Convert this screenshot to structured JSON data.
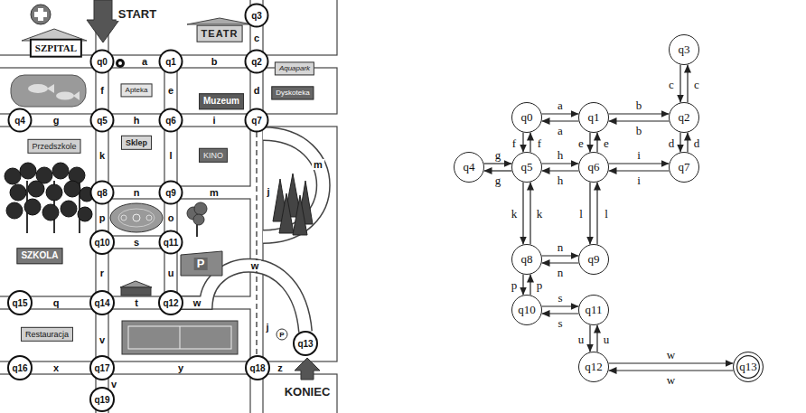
{
  "diagram": {
    "nodes": [
      {
        "text": [
          "SZPITAL"
        ]
      },
      {
        "text": [
          "q0"
        ]
      },
      {
        "text": [
          "TEATR"
        ]
      },
      {
        "text": [
          "q1"
        ]
      },
      {
        "text": [
          "q2"
        ]
      },
      {
        "text": [
          "q3"
        ]
      },
      {
        "text": [
          "Aquapark"
        ]
      },
      {
        "text": [
          "Apteka"
        ]
      },
      {
        "text": [
          "Muzeum"
        ]
      },
      {
        "text": [
          "Dyskoteka"
        ]
      },
      {
        "text": [
          "q4"
        ]
      },
      {
        "text": [
          "q5"
        ]
      },
      {
        "text": [
          "q6"
        ]
      },
      {
        "text": [
          "q7"
        ]
      },
      {
        "text": [
          "Przedszkole"
        ]
      },
      {
        "text": [
          "Sklep"
        ]
      },
      {
        "text": [
          "KINO"
        ]
      },
      {
        "text": [
          "q8"
        ]
      },
      {
        "text": [
          "q9"
        ]
      },
      {
        "text": [
          "q10"
        ]
      },
      {
        "text": [
          "q11"
        ]
      },
      {
        "text": [
          "SZKOLA"
        ]
      },
      {
        "text": [
          "q15"
        ]
      },
      {
        "text": [
          "q14"
        ]
      },
      {
        "text": [
          "q12"
        ]
      },
      {
        "text": [
          "Restauracja"
        ]
      },
      {
        "text": [
          "q13"
        ]
      },
      {
        "text": [
          "q16"
        ]
      },
      {
        "text": [
          "q17"
        ]
      },
      {
        "text": [
          "q18"
        ]
      },
      {
        "text": [
          "q19"
        ]
      },
      {
        "text": [
          "q0"
        ]
      },
      {
        "text": [
          "q1"
        ]
      },
      {
        "text": [
          "q2"
        ]
      },
      {
        "text": [
          "q3"
        ]
      },
      {
        "text": [
          "q4"
        ]
      },
      {
        "text": [
          "q5"
        ]
      },
      {
        "text": [
          "q6"
        ]
      },
      {
        "text": [
          "q7"
        ]
      },
      {
        "text": [
          "q8"
        ]
      },
      {
        "text": [
          "q9"
        ]
      },
      {
        "text": [
          "q10"
        ]
      },
      {
        "text": [
          "q11"
        ]
      },
      {
        "text": [
          "q12"
        ]
      },
      {
        "text": [
          "q13"
        ]
      }
    ],
    "edges": [
      {
        "from": 31,
        "to": 32,
        "label": "a",
        "arrow": "to"
      },
      {
        "from": 32,
        "to": 31,
        "label": "a",
        "arrow": "to"
      },
      {
        "from": 32,
        "to": 33,
        "label": "b",
        "arrow": "to"
      },
      {
        "from": 33,
        "to": 32,
        "label": "b",
        "arrow": "to"
      },
      {
        "from": 33,
        "to": 34,
        "label": "c",
        "arrow": "to"
      },
      {
        "from": 34,
        "to": 33,
        "label": "c",
        "arrow": "to"
      },
      {
        "from": 31,
        "to": 36,
        "label": "f",
        "arrow": "to"
      },
      {
        "from": 36,
        "to": 31,
        "label": "f",
        "arrow": "to"
      },
      {
        "from": 32,
        "to": 37,
        "label": "e",
        "arrow": "to"
      },
      {
        "from": 37,
        "to": 32,
        "label": "e",
        "arrow": "to"
      },
      {
        "from": 33,
        "to": 38,
        "label": "d",
        "arrow": "to"
      },
      {
        "from": 38,
        "to": 33,
        "label": "d",
        "arrow": "to"
      },
      {
        "from": 36,
        "to": 35,
        "label": "g",
        "arrow": "to"
      },
      {
        "from": 35,
        "to": 36,
        "label": "g",
        "arrow": "to"
      },
      {
        "from": 37,
        "to": 36,
        "label": "h",
        "arrow": "to"
      },
      {
        "from": 36,
        "to": 37,
        "label": "h",
        "arrow": "to"
      },
      {
        "from": 38,
        "to": 37,
        "label": "i",
        "arrow": "to"
      },
      {
        "from": 37,
        "to": 38,
        "label": "i",
        "arrow": "to"
      },
      {
        "from": 36,
        "to": 39,
        "label": "k",
        "arrow": "to"
      },
      {
        "from": 39,
        "to": 36,
        "label": "k",
        "arrow": "to"
      },
      {
        "from": 37,
        "to": 40,
        "label": "l",
        "arrow": "to"
      },
      {
        "from": 40,
        "to": 37,
        "label": "l",
        "arrow": "to"
      },
      {
        "from": 39,
        "to": 40,
        "label": "n",
        "arrow": "to"
      },
      {
        "from": 40,
        "to": 39,
        "label": "n",
        "arrow": "to"
      },
      {
        "from": 39,
        "to": 41,
        "label": "p",
        "arrow": "to"
      },
      {
        "from": 41,
        "to": 39,
        "label": "p",
        "arrow": "to"
      },
      {
        "from": 41,
        "to": 42,
        "label": "s",
        "arrow": "to"
      },
      {
        "from": 42,
        "to": 41,
        "label": "s",
        "arrow": "to"
      },
      {
        "from": 42,
        "to": 43,
        "label": "u",
        "arrow": "to"
      },
      {
        "from": 43,
        "to": 42,
        "label": "u",
        "arrow": "to"
      },
      {
        "from": 43,
        "to": 44,
        "label": "w",
        "arrow": "to"
      },
      {
        "from": 44,
        "to": 43,
        "label": "w",
        "arrow": "to"
      }
    ],
    "labels": [
      "START",
      "KONIEC",
      "a",
      "b",
      "c",
      "d",
      "e",
      "f",
      "g",
      "h",
      "i",
      "k",
      "l",
      "m",
      "j",
      "n",
      "m",
      "p",
      "o",
      "s",
      "r",
      "u",
      "w",
      "q",
      "t",
      "w",
      "j",
      "v",
      "x",
      "y",
      "z",
      "v",
      "P",
      "P"
    ]
  }
}
